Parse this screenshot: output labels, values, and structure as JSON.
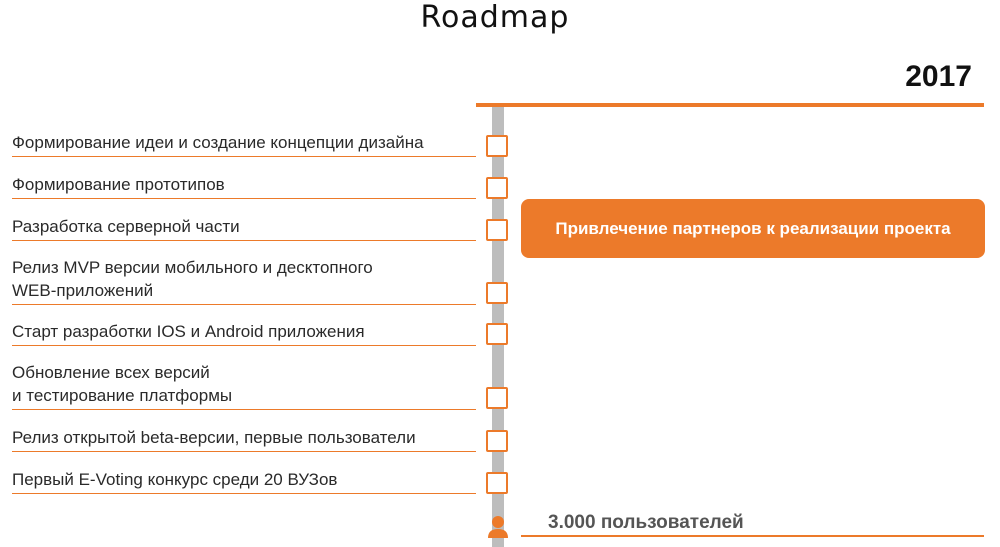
{
  "header": {
    "title": "Roadmap",
    "year": "2017"
  },
  "steps": [
    {
      "label": "Формирование идеи и создание концепции дизайна"
    },
    {
      "label": "Формирование прототипов"
    },
    {
      "label": "Разработка серверной части"
    },
    {
      "label": "Релиз MVP версии мобильного и десктопного\nWEB-приложений"
    },
    {
      "label": "Старт разработки IOS и Android приложения"
    },
    {
      "label": "Обновление всех версий\nи тестирование платформы"
    },
    {
      "label": "Релиз открытой beta-версии, первые пользователи"
    },
    {
      "label": "Первый E-Voting конкурс среди 20 ВУЗов"
    }
  ],
  "highlight": {
    "label": "Привлечение партнеров к реализации проекта"
  },
  "milestone": {
    "icon": "user-icon",
    "label": "3.000 пользователей"
  },
  "colors": {
    "accent": "#ec7a2a",
    "timeline": "#bdbdbd"
  }
}
